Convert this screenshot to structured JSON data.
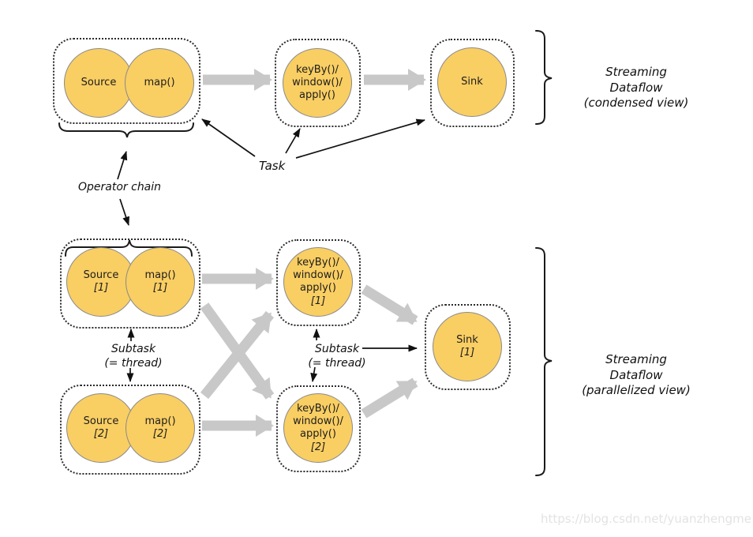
{
  "colors": {
    "node_fill": "#F9CE63",
    "node_stroke": "#8A8A8A",
    "dotted_border": "#2B2B2B",
    "arrow_gray": "#C8C8C8",
    "text": "#1D1D1D",
    "watermark": "#E3E3E3"
  },
  "condensed": {
    "source_label": "Source",
    "map_label": "map()",
    "keyby_label": "keyBy()/\nwindow()/\napply()",
    "sink_label": "Sink",
    "view_label": "Streaming Dataflow\n(condensed view)"
  },
  "parallelized": {
    "source1_label": "Source",
    "source1_index": "[1]",
    "map1_label": "map()",
    "map1_index": "[1]",
    "source2_label": "Source",
    "source2_index": "[2]",
    "map2_label": "map()",
    "map2_index": "[2]",
    "keyby1_label": "keyBy()/\nwindow()/\napply()",
    "keyby1_index": "[1]",
    "keyby2_label": "keyBy()/\nwindow()/\napply()",
    "keyby2_index": "[2]",
    "sink1_label": "Sink",
    "sink1_index": "[1]",
    "view_label": "Streaming Dataflow\n(parallelized view)"
  },
  "annotations": {
    "task": "Task",
    "operator_chain": "Operator chain",
    "subtask": "Subtask\n(= thread)"
  },
  "watermark": "https://blog.csdn.net/yuanzhengme"
}
